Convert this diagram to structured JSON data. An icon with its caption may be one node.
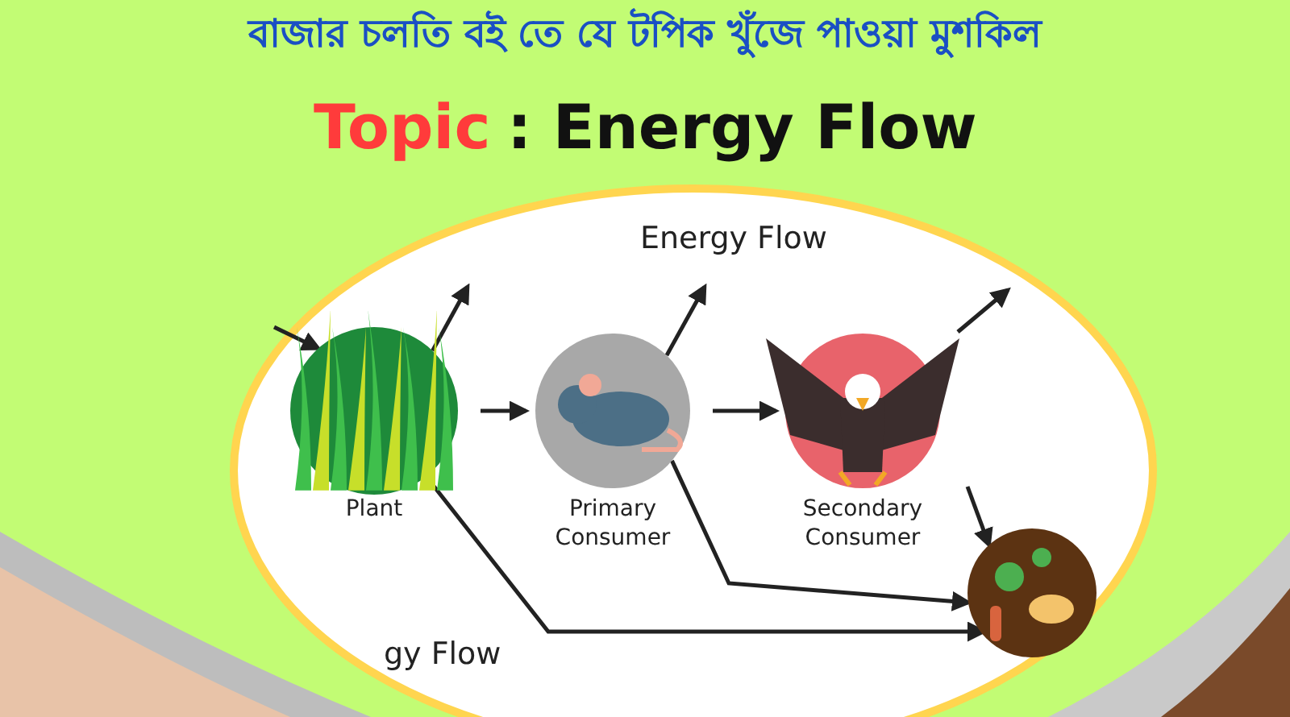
{
  "diagram": {
    "nodes": [
      {
        "text": [
          "Plant"
        ]
      },
      {
        "text": [
          "Primary Consumer"
        ]
      },
      {
        "text": [
          "Secondary Consumer"
        ]
      },
      {
        "text": [],
        "shape": "picture"
      }
    ],
    "edges": [
      {
        "from": null,
        "to": 0,
        "arrow": "to"
      },
      {
        "from": 0,
        "to": null,
        "arrow": "to"
      },
      {
        "from": 0,
        "to": 1,
        "arrow": "to"
      },
      {
        "from": 1,
        "to": null,
        "arrow": "to"
      },
      {
        "from": 1,
        "to": 2,
        "arrow": "to"
      },
      {
        "from": 2,
        "to": null,
        "arrow": "to"
      },
      {
        "from": 2,
        "to": 3,
        "arrow": "to"
      },
      {
        "from": 1,
        "to": 3,
        "arrow": "to"
      },
      {
        "from": 0,
        "to": 3,
        "arrow": "to"
      }
    ],
    "labels": [
      "বাজার চলতি বই তে যে টপিক খুঁজে পাওয়া মুশকিল",
      "Topic",
      ": Energy Flow",
      "Energy Flow",
      "gy Flow"
    ]
  }
}
